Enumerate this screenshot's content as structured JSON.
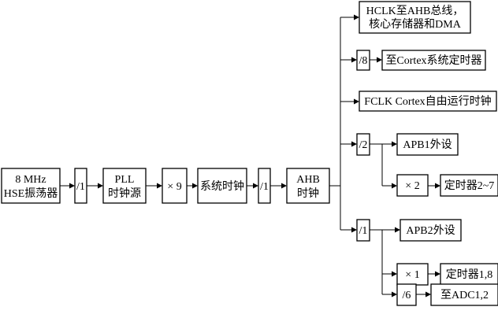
{
  "blocks": {
    "hse_oscillator": {
      "line1": "8 MHz",
      "line2": "HSE振荡器"
    },
    "div_1_a": "/1",
    "pll_clock_source": {
      "line1": "PLL",
      "line2": "时钟源"
    },
    "pll_multiplier": "× 9",
    "system_clock": "系统时钟",
    "div_1_b": "/1",
    "ahb_clock": {
      "line1": "AHB",
      "line2": "时钟"
    },
    "hclk_output": {
      "line1": "HCLK至AHB总线，",
      "line2": "核心存储器和DMA"
    },
    "div_8": "/8",
    "cortex_system_timer": "至Cortex系统定时器",
    "fclk_output": "FCLK Cortex自由运行时钟",
    "apb1_prescaler": "/2",
    "apb1_peripherals": "APB1外设",
    "apb1_timer_multiplier": "× 2",
    "timers_2_7": "定时器2~7",
    "apb2_prescaler": "/1",
    "apb2_peripherals": "APB2外设",
    "apb2_timer_multiplier": "× 1",
    "timers_1_8": "定时器1,8",
    "adc_prescaler": "/6",
    "adc_output": "至ADC1,2"
  }
}
